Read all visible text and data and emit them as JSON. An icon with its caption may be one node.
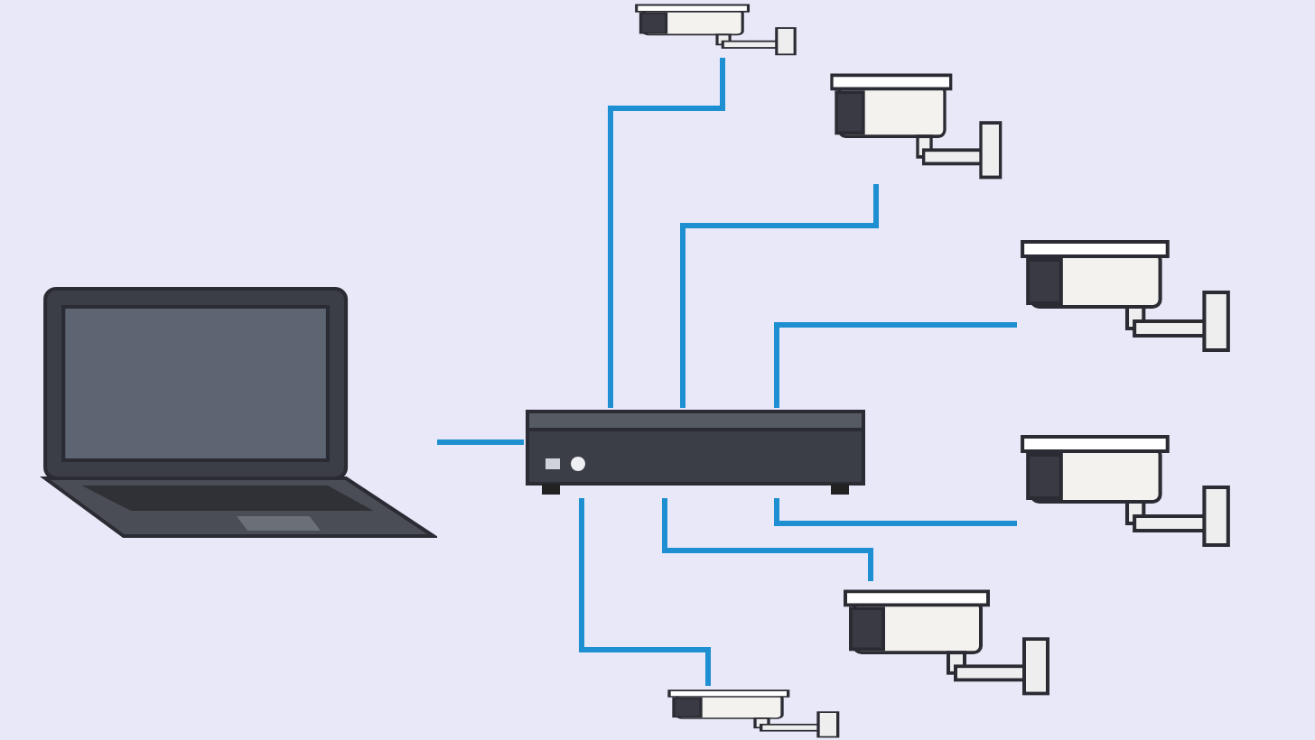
{
  "diagram": {
    "nodes": [
      {
        "text": [],
        "shape": "picture"
      },
      {
        "text": [],
        "shape": "picture"
      },
      {
        "text": [],
        "shape": "picture"
      },
      {
        "text": [],
        "shape": "picture"
      },
      {
        "text": [],
        "shape": "picture"
      },
      {
        "text": [],
        "shape": "picture"
      },
      {
        "text": [],
        "shape": "picture"
      },
      {
        "text": [],
        "shape": "picture"
      }
    ],
    "edges": [
      {
        "from": 0,
        "to": 1,
        "arrow": "none"
      },
      {
        "from": 1,
        "to": 2,
        "arrow": "none"
      },
      {
        "from": 1,
        "to": 3,
        "arrow": "none"
      },
      {
        "from": 1,
        "to": 4,
        "arrow": "none"
      },
      {
        "from": 1,
        "to": 5,
        "arrow": "none"
      },
      {
        "from": 1,
        "to": 6,
        "arrow": "none"
      },
      {
        "from": 1,
        "to": 7,
        "arrow": "none"
      }
    ]
  }
}
